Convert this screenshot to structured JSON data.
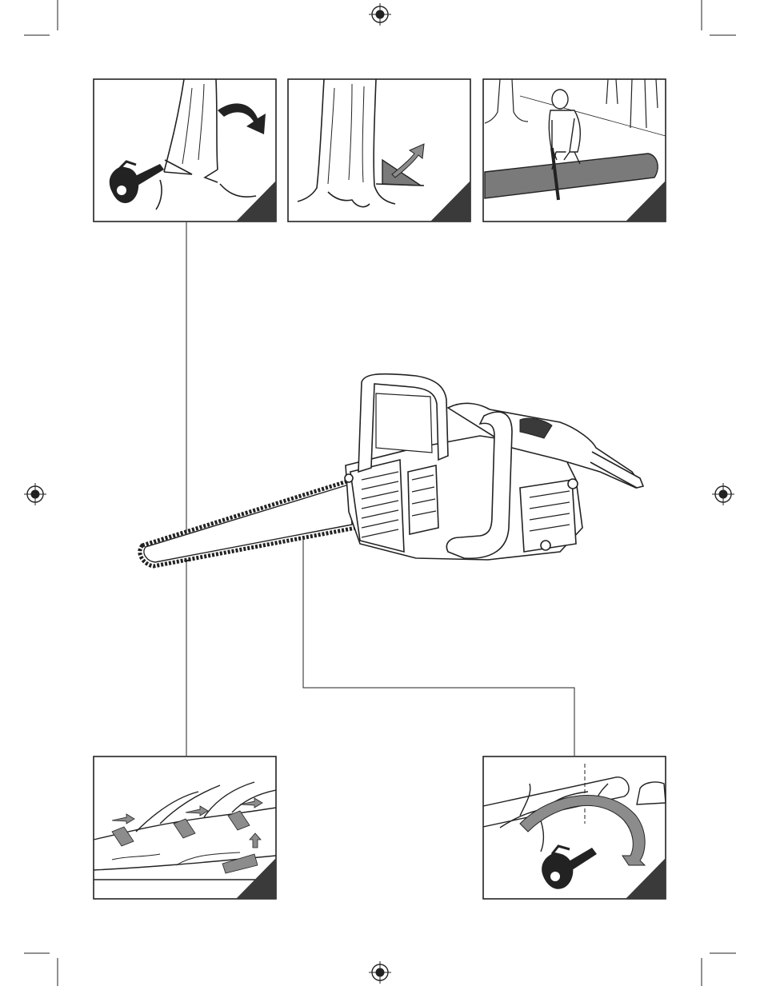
{
  "page": {
    "type": "instruction-manual-illustration-page",
    "panels": [
      {
        "id": "felling-notch",
        "icon": "chainsaw-icon"
      },
      {
        "id": "felling-wedge",
        "icon": "wedge-arrow-icon"
      },
      {
        "id": "cutting-log",
        "icon": "operator-icon"
      },
      {
        "id": "limbing",
        "icon": "arrow-icons"
      },
      {
        "id": "cutting-branch",
        "icon": "chainsaw-icon"
      }
    ],
    "colors": {
      "line": "#222222",
      "gray_fill": "#7a7a7a",
      "dark_fill": "#3a3a3a",
      "arrow_gray": "#8c8c8c"
    }
  }
}
